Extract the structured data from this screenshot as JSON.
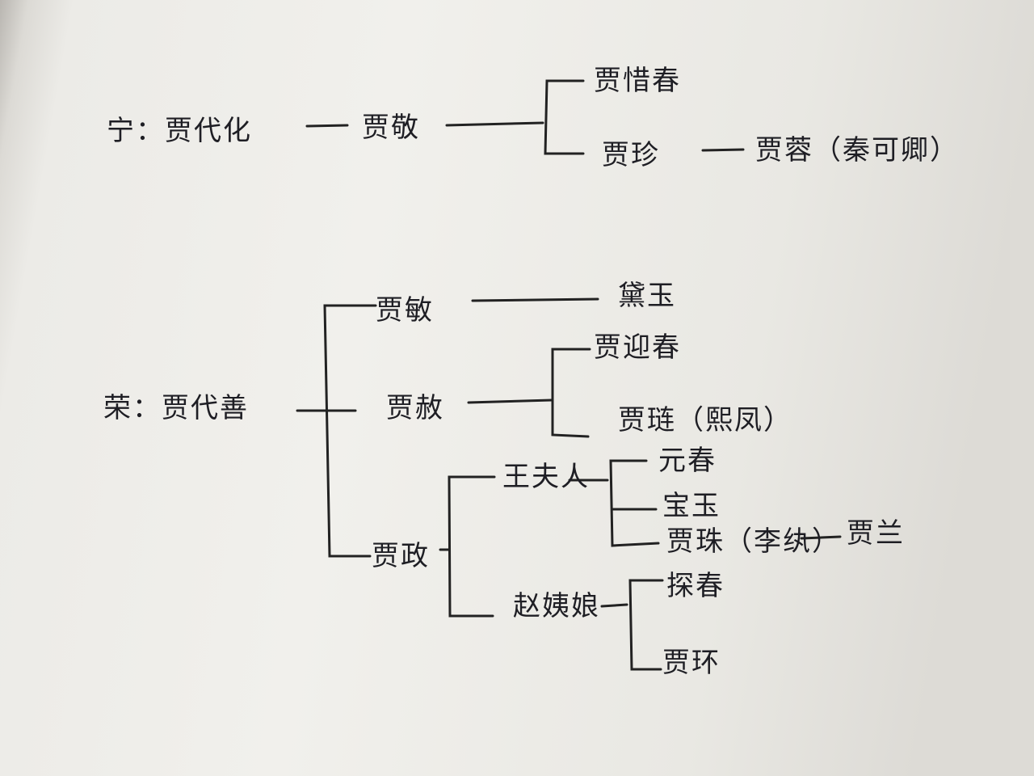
{
  "ning": {
    "root": "宁：贾代化",
    "son": "贾敬",
    "children": [
      "贾惜春",
      "贾珍"
    ],
    "grandchild": "贾蓉（秦可卿）"
  },
  "rong": {
    "root": "荣：贾代善",
    "children": [
      "贾敏",
      "贾赦",
      "贾政"
    ],
    "min_child": "黛玉",
    "she_children": [
      "贾迎春",
      "贾琏（熙凤）"
    ],
    "zheng_wives": [
      "王夫人",
      "赵姨娘"
    ],
    "wang_children": [
      "元春",
      "宝玉",
      "贾珠（李纨）"
    ],
    "zhu_child": "贾兰",
    "zhao_children": [
      "探春",
      "贾环"
    ]
  }
}
